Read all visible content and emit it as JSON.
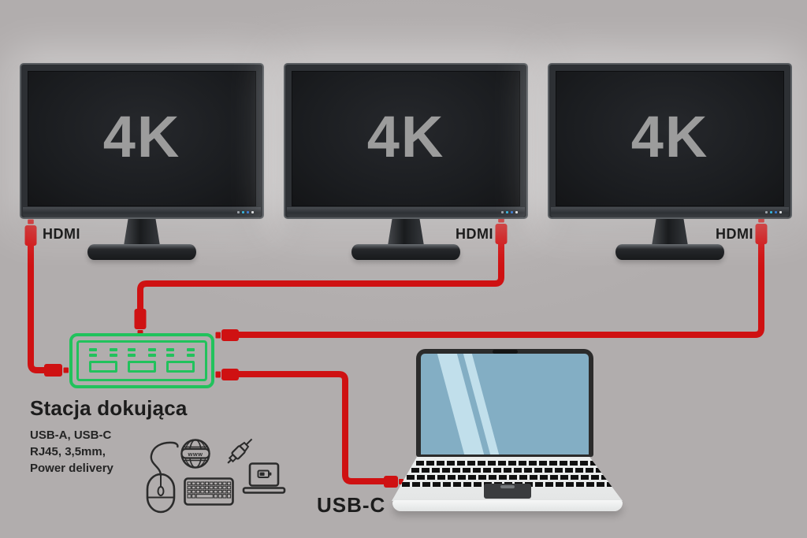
{
  "scene": {
    "monitors": [
      {
        "screen_label": "4K",
        "port_label": "HDMI"
      },
      {
        "screen_label": "4K",
        "port_label": "HDMI"
      },
      {
        "screen_label": "4K",
        "port_label": "HDMI"
      }
    ],
    "dock": {
      "title": "Stacja dokująca",
      "features": [
        "USB-A, USB-C",
        "RJ45, 3,5mm,",
        "Power delivery"
      ]
    },
    "laptop": {
      "port_label": "USB-C"
    },
    "globe_icon": {
      "text": "www"
    },
    "icons": [
      "globe-www-icon",
      "audio-jack-icon",
      "mouse-icon",
      "keyboard-icon",
      "laptop-battery-icon"
    ],
    "colors": {
      "background": "#b1adad",
      "cable_red": "#cf1112",
      "dock_green": "#21c25c",
      "label_text": "#1c1c1c",
      "screen_text": "#9c9c9c",
      "laptop_screen_blue": "#83aec4",
      "icon_stroke": "#2b2b2b"
    }
  }
}
